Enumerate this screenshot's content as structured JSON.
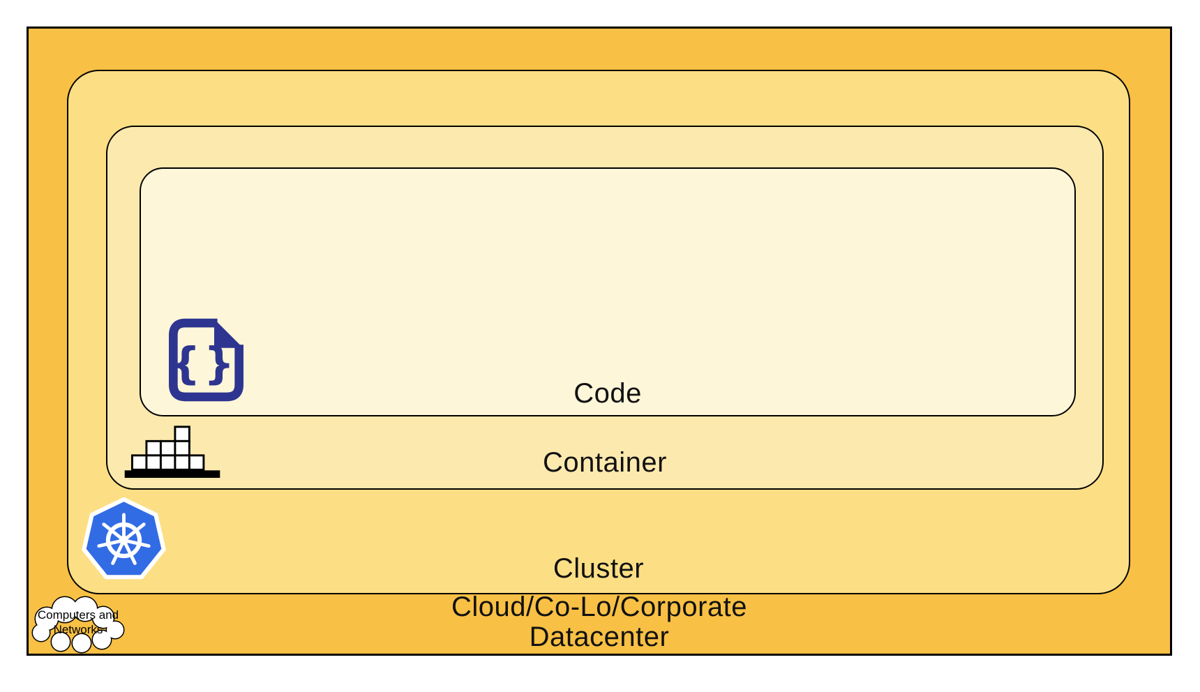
{
  "colors": {
    "page_bg": "#FFFFFF",
    "datacenter_fill": "#F8C044",
    "cluster_fill": "#FCDF85",
    "container_fill": "#FCE9AE",
    "code_fill": "#FDF6D9",
    "border": "#000000",
    "label_text": "#111111",
    "code_icon_navy": "#2E3590",
    "kubernetes_blue": "#326CE5",
    "icon_white": "#FFFFFF",
    "icon_black": "#000000"
  },
  "layers": {
    "datacenter": {
      "label_line1": "Cloud/Co-Lo/Corporate",
      "label_line2": "Datacenter",
      "icon": "cloud-icon"
    },
    "cluster": {
      "label": "Cluster",
      "icon": "kubernetes-icon"
    },
    "container": {
      "label": "Container",
      "icon": "container-stack-icon"
    },
    "code": {
      "label": "Code",
      "icon": "code-file-icon"
    }
  },
  "cloud_callout": {
    "line1": "Computers and",
    "line2": "Networks"
  },
  "code_icon_glyph": "{}"
}
